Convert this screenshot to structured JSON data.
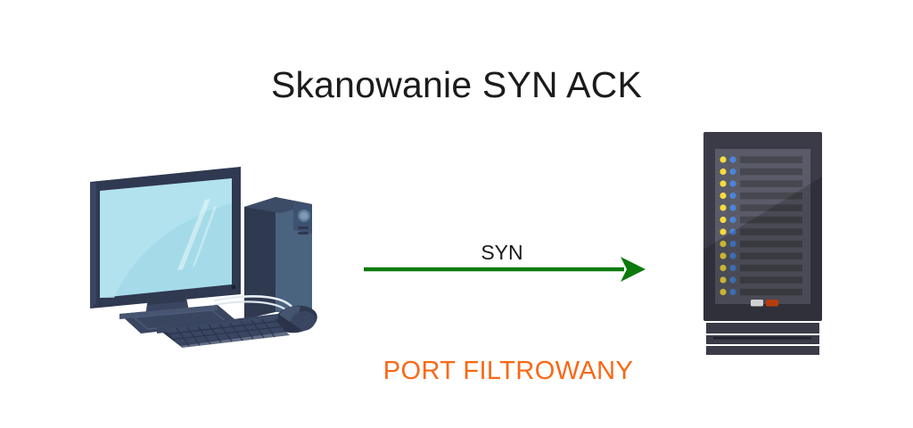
{
  "page": {
    "title": "Skanowanie SYN ACK",
    "background_color": "#ffffff"
  },
  "diagram": {
    "title": "Skanowanie SYN ACK",
    "packet_flow": {
      "label": "SYN",
      "direction": "left-to-right",
      "color": "#0b7a0b",
      "from": "client-computer",
      "to": "server-rack"
    },
    "result": {
      "label": "PORT FILTROWANY",
      "color": "#f96815"
    },
    "nodes": [
      {
        "id": "client-computer",
        "name": "desktop-computer",
        "role": "scanner",
        "colors": {
          "frame": "#2f3950",
          "screen": "#a5dbe9",
          "tower_front": "#4a6480",
          "tower_side": "#2f3950",
          "keyboard": "#2a3349",
          "mouse": "#3a4660"
        }
      },
      {
        "id": "server-rack",
        "name": "server-rack",
        "role": "target",
        "rack_unit_count": 12,
        "colors": {
          "chassis": "#3a3b47",
          "panel": "#5a5b68",
          "slot": "#46474f",
          "led_yellow": "#f5dc3c",
          "led_blue": "#4a86d8",
          "button_white": "#ffffff",
          "button_orange": "#e24a0f"
        }
      }
    ]
  }
}
